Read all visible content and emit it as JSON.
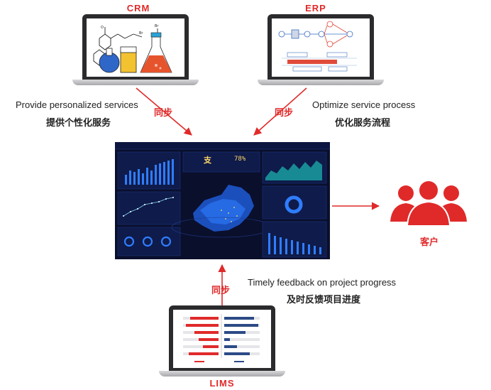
{
  "systems": {
    "crm": "CRM",
    "erp": "ERP",
    "lims": "LIMS"
  },
  "crm_caption": {
    "en": "Provide personalized services",
    "zh": "提供个性化服务"
  },
  "erp_caption": {
    "en": "Optimize service process",
    "zh": "优化服务流程"
  },
  "lims_caption": {
    "en": "Timely feedback on project progress",
    "zh": "及时反馈项目进度"
  },
  "sync_label": "同步",
  "customer_label": "客户",
  "dashboard": {
    "center_char": "支",
    "center_percent": "78%"
  },
  "colors": {
    "accent_red": "#e02a2a",
    "dash_bg": "#0a0f2c",
    "dash_blue": "#2f7dff"
  }
}
